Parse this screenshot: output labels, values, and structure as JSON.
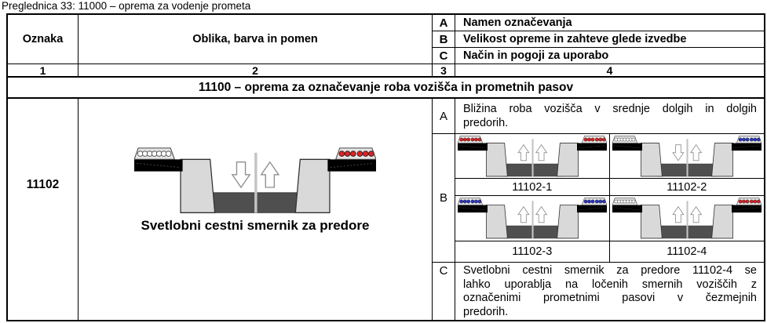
{
  "title": "Preglednica 33: 11000 – oprema za vodenje prometa",
  "header": {
    "col1_label": "Oznaka",
    "col2_label": "Oblika, barva in pomen",
    "legend": [
      {
        "letter": "A",
        "text": "Namen označevanja"
      },
      {
        "letter": "B",
        "text": "Velikost opreme in zahteve glede izvedbe"
      },
      {
        "letter": "C",
        "text": "Način in pogoji za uporabo"
      }
    ],
    "column_numbers": [
      "1",
      "2",
      "3",
      "4"
    ]
  },
  "section_header": "11100 – oprema za označevanje roba vozišča in prometnih pasov",
  "entry": {
    "code": "11102",
    "caption": "Svetlobni cestni smernik za predore",
    "main_diagram": {
      "left_lights": "white",
      "right_lights": "red",
      "left_arrow": "down",
      "right_arrow": "up"
    },
    "row_a": {
      "letter": "A",
      "lines": [
        "Bližina roba vozišča v srednje dolgih in dolgih",
        "predorih."
      ]
    },
    "row_b": {
      "letter": "B",
      "variants": [
        {
          "label": "11102-1",
          "left_lights": "red",
          "right_lights": "red",
          "left_arrow": "up",
          "right_arrow": "up"
        },
        {
          "label": "11102-2",
          "left_lights": "white",
          "right_lights": "blue",
          "left_arrow": "down",
          "right_arrow": "up"
        },
        {
          "label": "11102-3",
          "left_lights": "blue",
          "right_lights": "blue",
          "left_arrow": "up",
          "right_arrow": "up"
        },
        {
          "label": "11102-4",
          "left_lights": "white",
          "right_lights": "red",
          "left_arrow": "up",
          "right_arrow": "up"
        }
      ]
    },
    "row_c": {
      "letter": "C",
      "lines": [
        "Svetlobni cestni smernik za predore 11102-4 se",
        "lahko uporablja na ločenih smernih voziščih z",
        "označenimi prometnimi pasovi v čezmejnih",
        "predorih."
      ]
    }
  },
  "colors": {
    "red": "#e02121",
    "blue": "#2936c4",
    "white": "#ffffff",
    "wall": "#d9d9d9",
    "road": "#4f4f4f",
    "bar": "#000000",
    "divider": "#c4c4c4"
  }
}
